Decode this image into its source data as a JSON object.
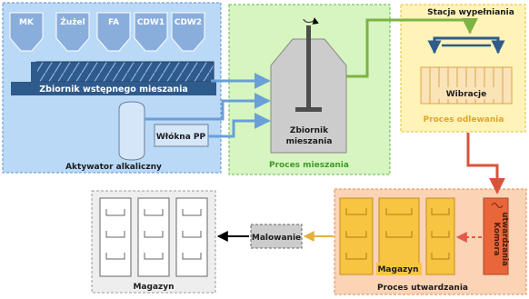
{
  "silos": [
    "MK",
    "Żużel",
    "FA",
    "CDW1",
    "CDW2"
  ],
  "premix_tank_label": "Zbiornik wstępnego mieszania",
  "alkali_activator_label": "Aktywator alkaliczny",
  "pp_fibers_label": "Włókna PP",
  "mixing_tank_label": [
    "Zbiornik",
    "mieszania"
  ],
  "mixing_process_label": "Proces mieszania",
  "filling_station_label": "Stacja wypełniania",
  "vibration_label": "Wibracje",
  "casting_process_label": "Proces odlewania",
  "curing_chamber_label": [
    "Komora",
    "utwardzania"
  ],
  "curing_storage_label": "Magazyn",
  "curing_process_label": "Proces utwardzania",
  "painting_label": "Malowanie",
  "warehouse_label": "Magazyn",
  "colors": {
    "mixing_prep_panel": "#b9d9f7",
    "mixing_panel": "#d6f5c0",
    "casting_panel": "#fff3b8",
    "curing_panel": "#fbd3b5",
    "warehouse_panel": "#eeeeee",
    "silo": "#8aaedc",
    "conveyor": "#2e5a8c",
    "storage_unit": "#f7c542",
    "curing_chamber": "#e8663a",
    "painting": "#cccccc"
  }
}
